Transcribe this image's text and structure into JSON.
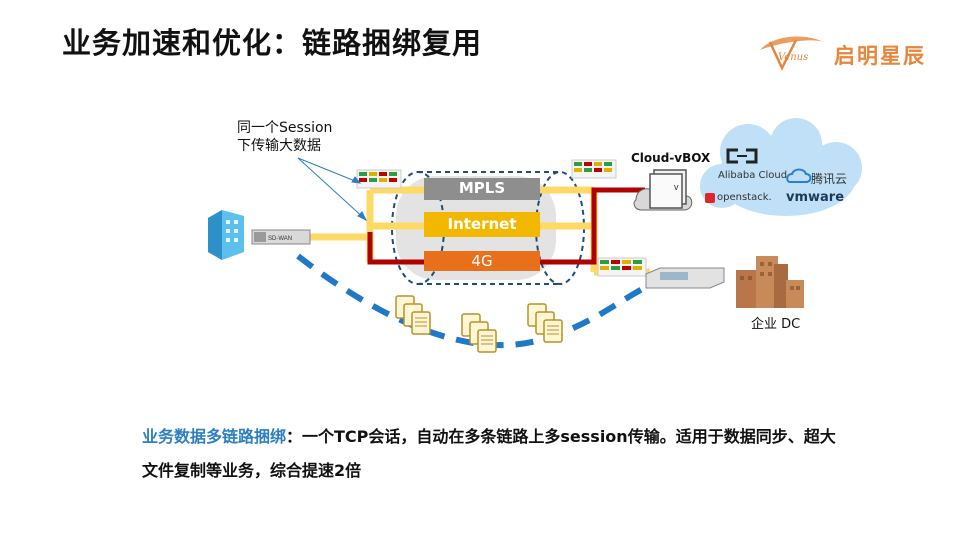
{
  "slide": {
    "title": "业务加速和优化：链路捆绑复用",
    "logo_text": "启明星辰",
    "logo_script": "Venus"
  },
  "diagram": {
    "note_line1": "同一个Session",
    "note_line2": "下传输大数据",
    "links": {
      "mpls": "MPLS",
      "internet": "Internet",
      "lte": "4G"
    },
    "device_label": "SD-WAN",
    "cloud_vbox": "Cloud-vBOX",
    "vbox_letter": "v",
    "vendors": {
      "alibaba": "Alibaba Cloud",
      "tencent": "腾讯云",
      "openstack": "openstack.",
      "vmware": "vmware"
    },
    "dc_label": "企业 DC"
  },
  "description": {
    "highlight": "业务数据多链路捆绑",
    "rest": "：一个TCP会话，自动在多条链路上多session传输。适用于数据同步、超大文件复制等业务，综合提速2倍"
  },
  "colors": {
    "accent_blue": "#2d7fc1",
    "mpls": "#8e8e8e",
    "internet": "#f2b800",
    "lte": "#e8701a",
    "path_yellow": "#ffd966",
    "path_red": "#b00000",
    "logo_orange": "#e6863a"
  }
}
